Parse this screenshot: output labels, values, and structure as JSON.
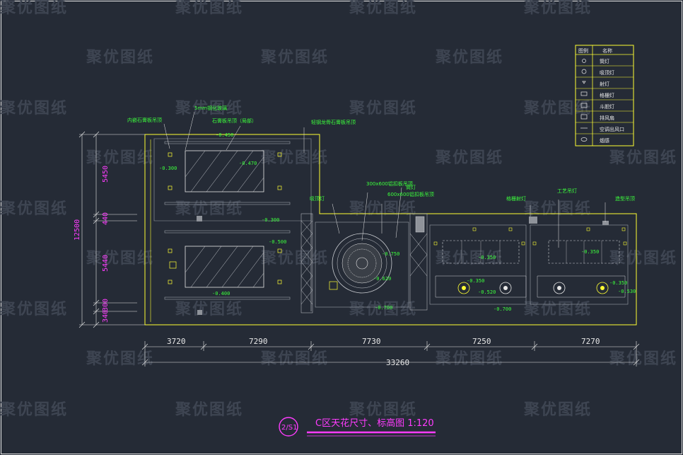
{
  "watermark": "聚优图纸",
  "title": {
    "badge": "2/S1",
    "text": "C区天花尺寸、标高图 1:120"
  },
  "dimensions": {
    "bottom": [
      "3720",
      "7290",
      "7730",
      "7250",
      "7270"
    ],
    "total": "33260",
    "left": [
      "5450",
      "440",
      "5440",
      "300",
      "340"
    ],
    "left_total": "12500"
  },
  "notes": [
    "内嵌石膏板吊顶",
    "5mm钢化玻璃",
    "石膏板吊顶（局部）",
    "轻钢龙骨石膏板吊顶",
    "300x600铝扣板吊顶",
    "600x600铝扣板吊顶",
    "筒灯",
    "吸顶灯",
    "格栅射灯",
    "工艺吊灯",
    "造型吊顶"
  ],
  "levels": [
    "-0.450",
    "-0.470",
    "-0.300",
    "-0.300",
    "-0.400",
    "-0.500",
    "-0.750",
    "-0.620",
    "-0.700",
    "-0.350",
    "-0.350",
    "-0.520",
    "-0.700",
    "-0.350",
    "-0.350",
    "-0.530"
  ],
  "legend": {
    "headers": [
      "图例",
      "名称"
    ],
    "rows": [
      "筒灯",
      "吸顶灯",
      "射灯",
      "格栅灯",
      "斗胆灯",
      "排风扇",
      "空调出风口",
      "烟感"
    ]
  },
  "colors": {
    "background": "#252b36",
    "outline": "#ffff33",
    "annotation": "#3cff3c",
    "dimension": "#e8e8e8",
    "title": "#ff3cff"
  }
}
